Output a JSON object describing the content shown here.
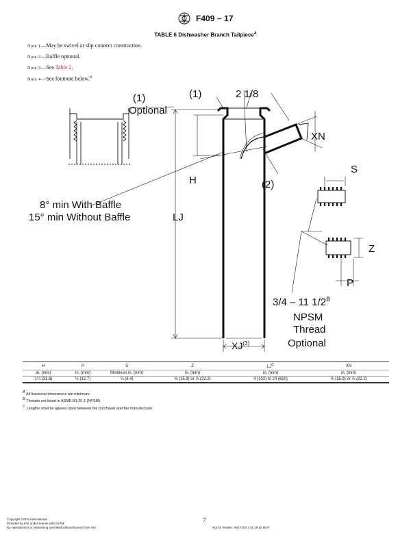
{
  "header": {
    "designation": "F409 − 17"
  },
  "table_title": {
    "text": "TABLE 6 Dishwasher Branch Tailpiece",
    "sup": "A"
  },
  "notes": [
    {
      "label": "Note 1",
      "text": "—May be swivel or slip connect construction.",
      "link": "",
      "sup": ""
    },
    {
      "label": "Note 2",
      "text": "—Baffle optional.",
      "link": "",
      "sup": ""
    },
    {
      "label": "Note 3",
      "text": "—See ",
      "link": "Table 2",
      "tail": ".",
      "sup": ""
    },
    {
      "label": "Note 4",
      "text": "—See footnote below.",
      "link": "",
      "sup": "B"
    }
  ],
  "figure": {
    "label_1_optional": "(1)",
    "optional": "Optional",
    "label_1": "(1)",
    "dim_2_1_8": "2 1/8",
    "xn": "XN",
    "s": "S",
    "h": "H",
    "label_2": "(2)",
    "angle_line1": "8° min With Baffle",
    "angle_line2": "15° min Without Baffle",
    "lj": "LJ",
    "z": "Z",
    "p": "P",
    "thread_size": "3/4 – 11 1/2",
    "thread_sup": "B",
    "npsm": "NPSM",
    "thread": "Thread",
    "thread_optional": "Optional",
    "xj": "XJ",
    "xj_sup": "(3)"
  },
  "table": {
    "headers": [
      "H",
      "P",
      "S",
      "Z",
      "LJ",
      "XN"
    ],
    "lj_sup": "C",
    "units": [
      "in. (mm)",
      "in. (mm)",
      "Minimum in. (mm)",
      "in. (mm)",
      "in. (mm)",
      "in. (mm)"
    ],
    "values": [
      "1¼ (31.8)",
      "½ (12.7)",
      "¼ (6.4)",
      "⅝ (15.9) or ⅞ (22.2)",
      "4 (102) to 24 (610)",
      "⅝ (15.9) or ⅞ (22.2)"
    ]
  },
  "footnotes": [
    {
      "mark": "A",
      "text": " All fractional dimensions are minimum."
    },
    {
      "mark": "B",
      "text": " Threads not listed in ASME B1.20.1 (NPSM)."
    },
    {
      "mark": "C",
      "text": " Lengths shall be agreed upon between the purchaser and the manufacturer."
    }
  ],
  "footer": {
    "left": [
      "Copyright ASTM International",
      "Provided by IHS under license with ASTM",
      "No reproduction or networking permitted without license from IHS"
    ],
    "page_number": "7",
    "right": "Not for Resale, 05/17/2017 22:19:15 MDT"
  }
}
